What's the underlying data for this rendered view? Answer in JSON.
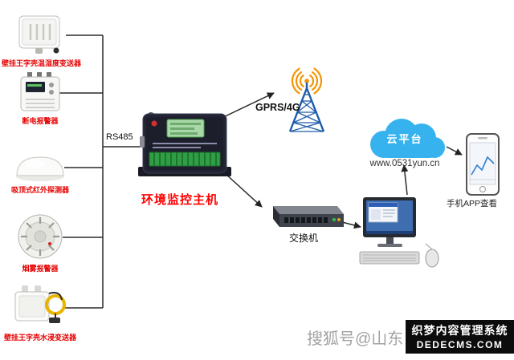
{
  "sensors": [
    {
      "name": "temp-humidity-transmitter",
      "label": "壁挂王字壳温湿度变送器"
    },
    {
      "name": "power-failure-alarm",
      "label": "断电报警器"
    },
    {
      "name": "ceiling-infrared-detector",
      "label": "吸顶式红外探测器"
    },
    {
      "name": "smoke-alarm",
      "label": "烟雾报警器"
    },
    {
      "name": "water-leak-transmitter",
      "label": "壁挂王字壳水浸变送器"
    }
  ],
  "bus": {
    "label": "RS485"
  },
  "host": {
    "label": "环境监控主机"
  },
  "wireless": {
    "label": "GPRS/4G"
  },
  "cloud": {
    "label": "云平台",
    "url": "www.0531yun.cn"
  },
  "phone": {
    "label": "手机APP查看"
  },
  "lan": {
    "switch_label": "交换机"
  },
  "watermarks": {
    "sohu": "搜狐号@山东",
    "cms_title": "织梦内容管理系统",
    "cms_domain": "DEDECMS.COM"
  },
  "colors": {
    "sensor_label_red": "#e60000",
    "host_label_red": "#ff0000",
    "cloud_blue": "#36b3ef",
    "tower_blue": "#1e5cab",
    "signal_orange": "#f59300",
    "terminal_green": "#2f9e44"
  }
}
